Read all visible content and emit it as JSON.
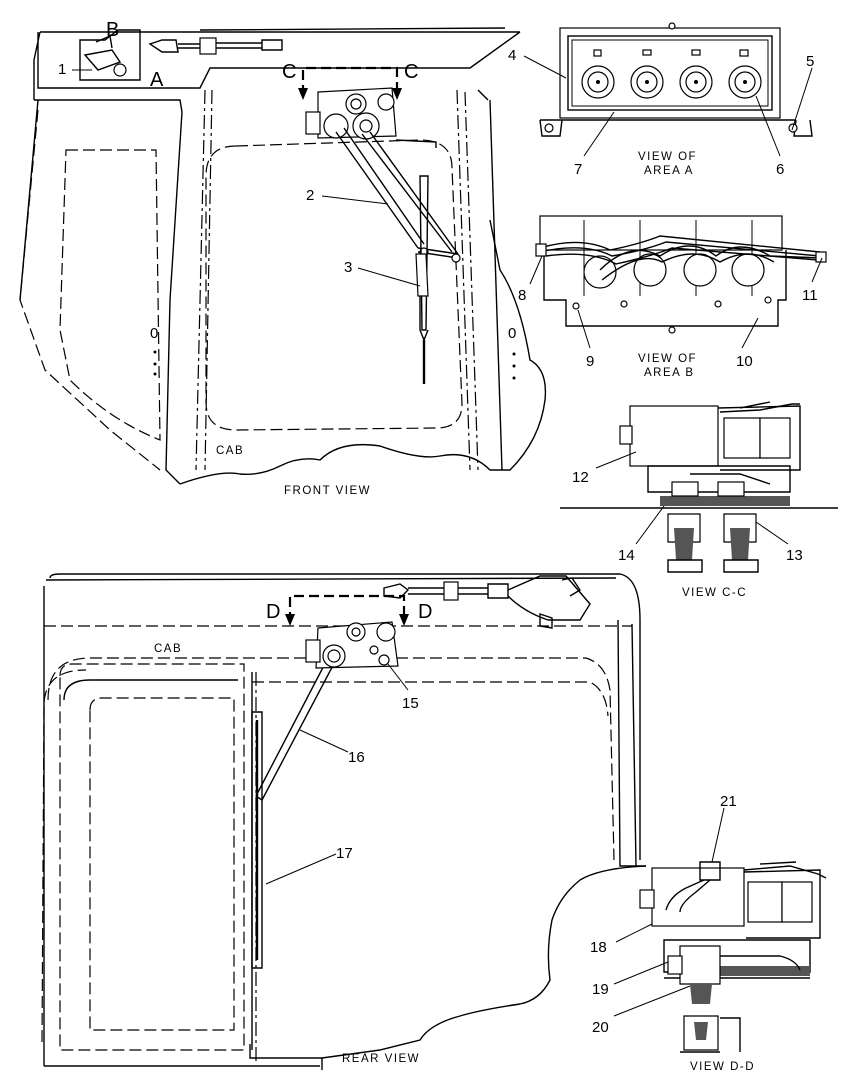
{
  "views": {
    "front": "FRONT VIEW",
    "rear": "REAR VIEW",
    "cab_front": "CAB",
    "cab_rear": "CAB",
    "area_a": [
      "VIEW OF",
      "AREA A"
    ],
    "area_b": [
      "VIEW OF",
      "AREA B"
    ],
    "cc": "VIEW C-C",
    "dd": "VIEW D-D"
  },
  "section_letters": {
    "a": "A",
    "b": "B",
    "c_left": "C",
    "c_right": "C",
    "d_left": "D",
    "d_right": "D"
  },
  "callouts": [
    "1",
    "2",
    "3",
    "4",
    "5",
    "6",
    "7",
    "8",
    "9",
    "10",
    "11",
    "12",
    "13",
    "14",
    "15",
    "16",
    "17",
    "18",
    "19",
    "20",
    "21"
  ]
}
